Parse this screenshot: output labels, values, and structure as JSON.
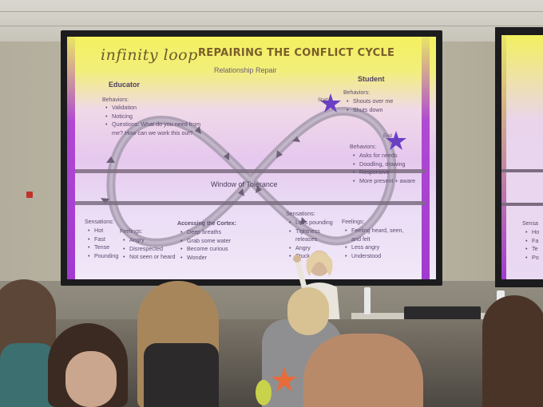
{
  "slide": {
    "title_script": "infinity loop",
    "title_main": "REPAIRING THE CONFLICT CYCLE",
    "subtitle": "Relationship Repair",
    "educator_header": "Educator",
    "student_header": "Student",
    "educator_behaviors_label": "Behaviors:",
    "educator_behaviors": [
      "Validation",
      "Noticing",
      "Questions: What do you need from me? How can we work this out?"
    ],
    "student_behaviors_label": "Behaviors:",
    "student_behaviors_top": [
      "Shouts over me",
      "Shuts down"
    ],
    "start_label": "Start",
    "end_label": "End",
    "student_behaviors_bottom": [
      "Asks for needs",
      "Doodling, drawing",
      "Responsive",
      "More present + aware"
    ],
    "window_label": "Window of Tolerance",
    "sensations_left_label": "Sensations:",
    "sensations_left": [
      "Hot",
      "Fast",
      "Tense",
      "Pounding"
    ],
    "feelings_left_label": "Feelings:",
    "feelings_left": [
      "Angry",
      "Disrespected",
      "Not seen or heard"
    ],
    "cortex_label": "Accessing the Cortex:",
    "cortex_items": [
      "Deep breaths",
      "Grab some water",
      "Become curious",
      "Wonder"
    ],
    "sensations_right_label": "Sensations:",
    "sensations_right": [
      "Less pounding",
      "Tightness releases",
      "Angry",
      "Stuck"
    ],
    "feelings_right_label": "Feelings:",
    "feelings_right": [
      "Feeling heard, seen, and felt",
      "Less angry",
      "Understood"
    ]
  },
  "second_screen": {
    "label": "Sensa",
    "items": [
      "Ho",
      "Fa",
      "Te",
      "Po"
    ]
  },
  "colors": {
    "star": "#6b3fc4",
    "loop": "#a99cb0",
    "accent_yellow": "#f3f060",
    "accent_purple": "#a13ad0"
  }
}
